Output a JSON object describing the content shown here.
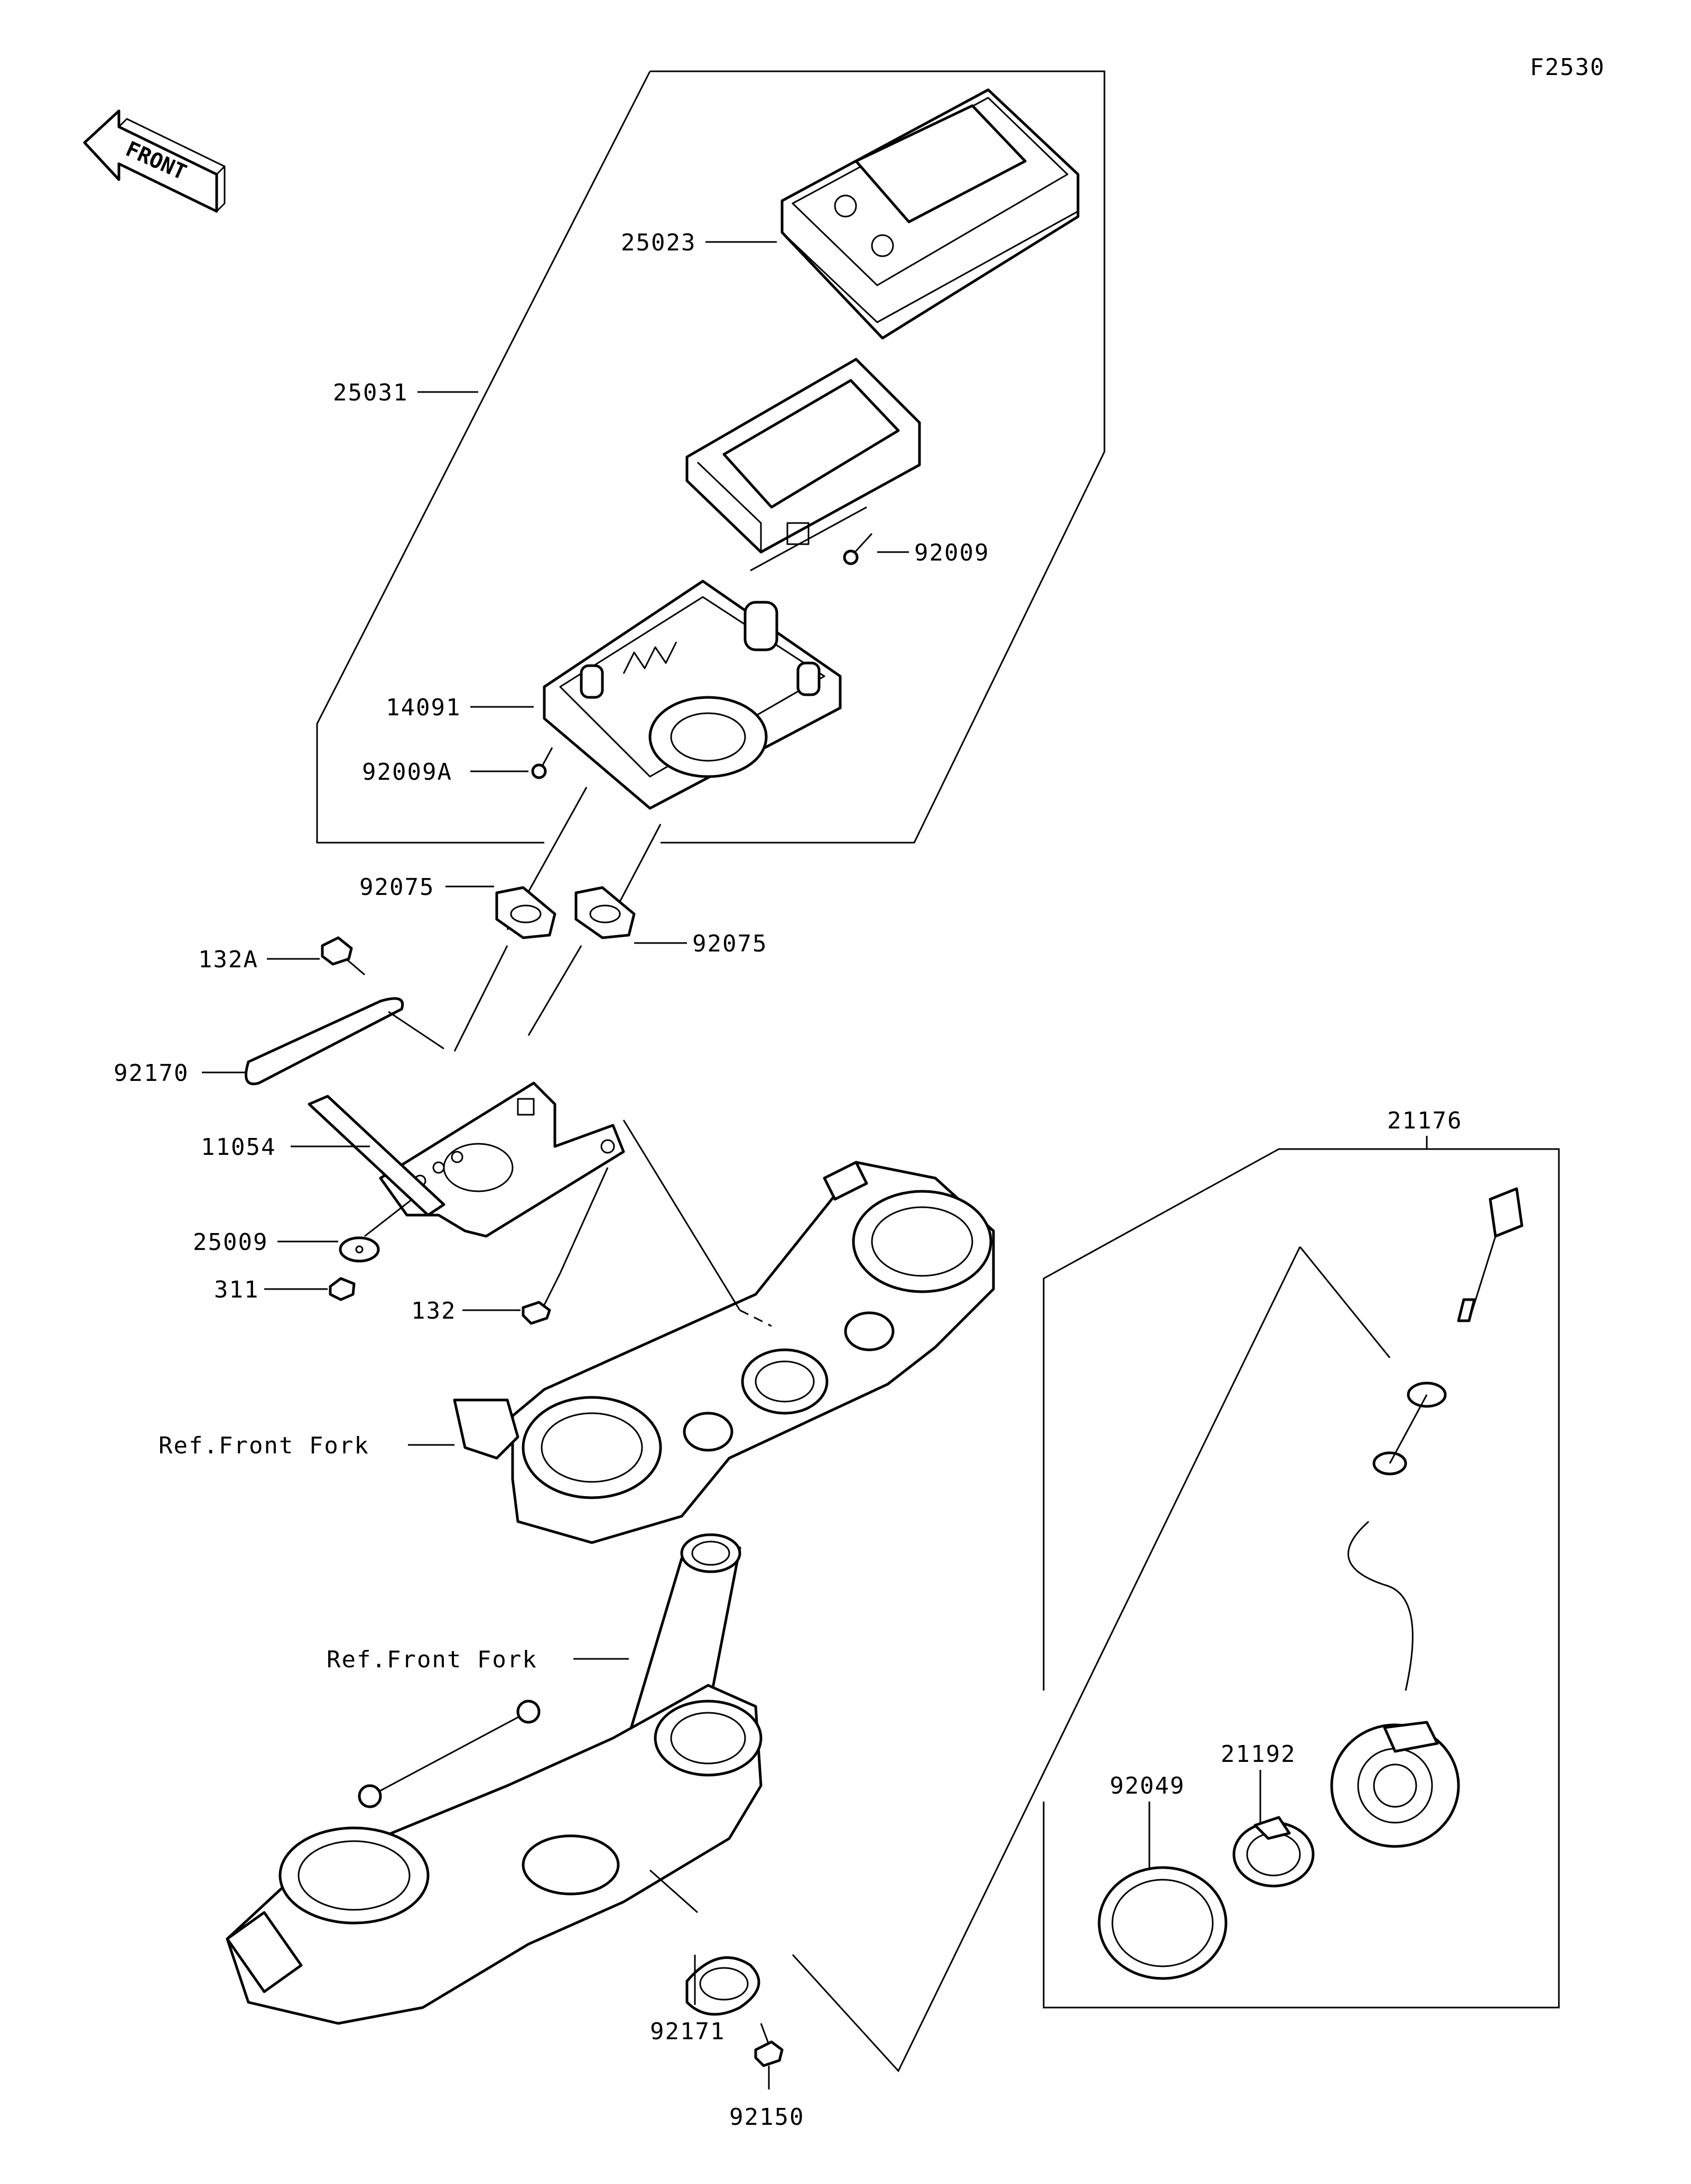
{
  "diagram_code": "F2530",
  "front_label": "FRONT",
  "labels": {
    "p25023": "25023",
    "p25031": "25031",
    "p92009": "92009",
    "p14091": "14091",
    "p92009A": "92009A",
    "p92075_left": "92075",
    "p92075_right": "92075",
    "p132A": "132A",
    "p92170": "92170",
    "p11054": "11054",
    "p25009": "25009",
    "p311": "311",
    "p132": "132",
    "ref_front_fork_upper": "Ref.Front Fork",
    "ref_front_fork_lower": "Ref.Front Fork",
    "p92171": "92171",
    "p92150": "92150",
    "p21176": "21176",
    "p21192": "21192",
    "p92049": "92049"
  }
}
